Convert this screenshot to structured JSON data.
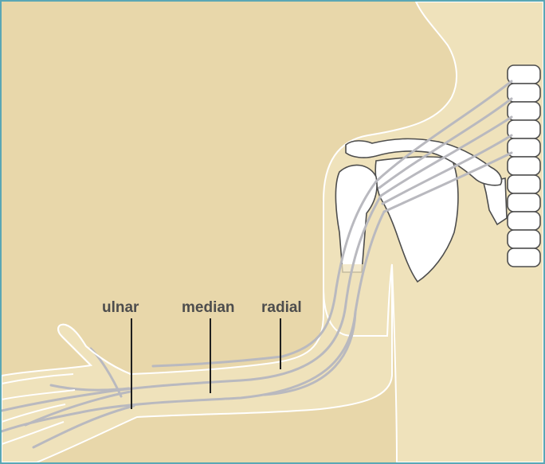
{
  "labels": {
    "ulnar": "ulnar",
    "median": "median",
    "radial": "radial"
  },
  "colors": {
    "frame": "#5aa7b4",
    "background": "#e8d7aa",
    "body": "#efe2bb",
    "outline": "#ffffff",
    "bone": "#ffffff",
    "bone_outline": "#4d4d4d",
    "nerve": "#b9b9bf",
    "label_text": "#4d4d4d",
    "leader_line": "#1f1f1f"
  },
  "icons": {
    "spine": "vertebral-column",
    "scapula": "shoulder-blade",
    "humerus": "upper-arm-bone",
    "clavicle": "collarbone"
  }
}
